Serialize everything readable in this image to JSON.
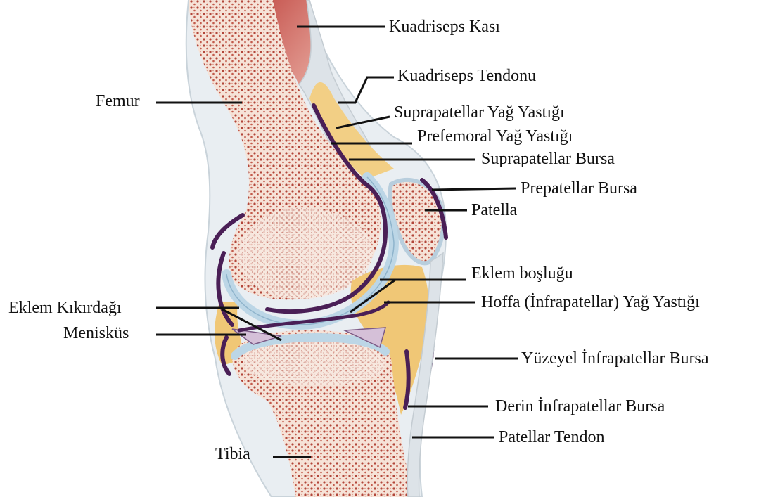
{
  "colors": {
    "bone_fill": "#f4ddd2",
    "bone_dot": "#a8382c",
    "cartilage": "#bcd4e4",
    "cartilage_edge": "#8fb4cc",
    "bursa": "#4a1f56",
    "fat": "#f0c776",
    "muscle": "#b94744",
    "tendon": "#dfe4e8",
    "leader": "#111111"
  },
  "labels": {
    "quadriceps_muscle": "Kuadriseps Kası",
    "quadriceps_tendon": "Kuadriseps Tendonu",
    "femur": "Femur",
    "suprapatellar_fat_pad": "Suprapatellar Yağ Yastığı",
    "prefemoral_fat_pad": "Prefemoral Yağ Yastığı",
    "suprapatellar_bursa": "Suprapatellar Bursa",
    "prepatellar_bursa": "Prepatellar Bursa",
    "patella": "Patella",
    "joint_space": "Eklem boşluğu",
    "articular_cartilage": "Eklem Kıkırdağı",
    "hoffa_fat_pad": "Hoffa (İnfrapatellar) Yağ Yastığı",
    "meniscus": "Menisküs",
    "superficial_infrapatellar_bursa": "Yüzeyel İnfrapatellar Bursa",
    "deep_infrapatellar_bursa": "Derin İnfrapatellar Bursa",
    "patellar_tendon": "Patellar Tendon",
    "tibia": "Tibia"
  }
}
